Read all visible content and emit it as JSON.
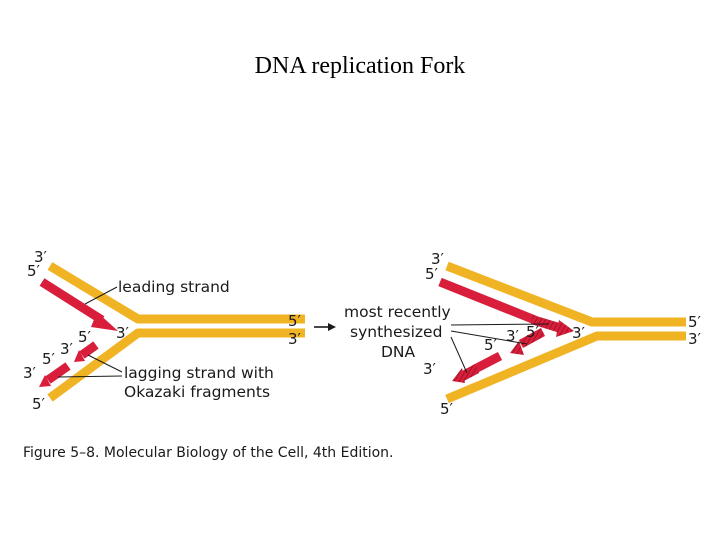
{
  "title": "DNA replication Fork",
  "colors": {
    "parental_strand": "#f0b323",
    "new_strand": "#d81e3a",
    "text": "#1a1a1a"
  },
  "left_fork": {
    "labels": {
      "leading": "leading strand",
      "lagging_line1": "lagging strand with",
      "lagging_line2": "Okazaki fragments"
    },
    "ends": {
      "top_3": "3′",
      "top_5": "5′",
      "mid_3": "3′",
      "mid_5": "5′",
      "frag_3": "3′",
      "frag_5": "5′",
      "low_3": "3′",
      "bottom_5": "5′",
      "right_top_5": "5′",
      "right_bottom_3": "3′"
    }
  },
  "right_fork": {
    "labels": {
      "line1": "most recently",
      "line2": "synthesized",
      "line3": "DNA"
    },
    "ends": {
      "top_3": "3′",
      "top_5": "5′",
      "lead_3": "3′",
      "frag_3": "3′",
      "frag_5a": "5′",
      "frag_5b": "5′",
      "low_3": "3′",
      "bottom_5": "5′",
      "right_top_5": "5′",
      "right_bottom_3": "3′"
    }
  },
  "caption": "Figure 5–8. Molecular Biology of the Cell, 4th Edition."
}
